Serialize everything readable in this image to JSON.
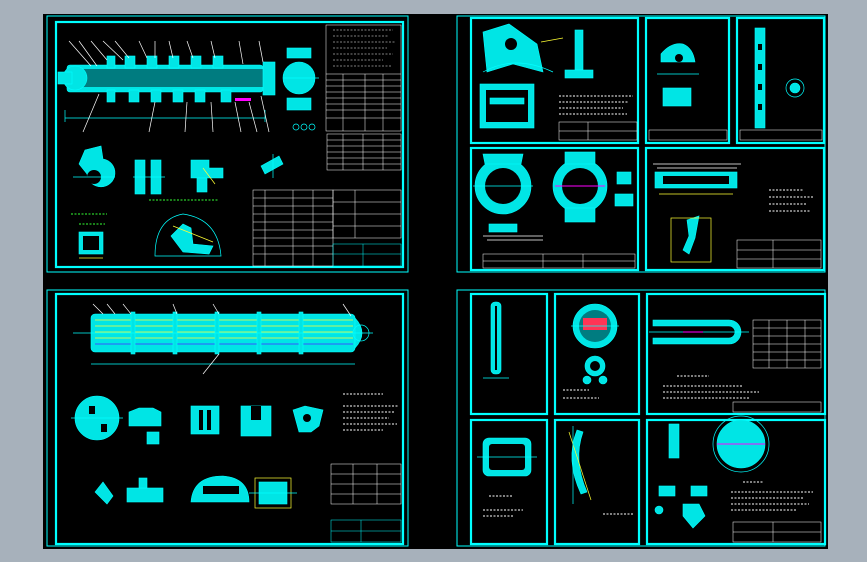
{
  "view": {
    "background": "#000000",
    "frame_color": "#a7b1bb"
  },
  "colors": {
    "outline": "#00ffff",
    "part_fill": "#00e5e5",
    "dimension": "#ffff33",
    "note": "#33ff33",
    "text": "#ffffff",
    "highlight": "#ff00ff",
    "hatch": "#ff3355"
  },
  "sheets": [
    {
      "id": "assembly-top",
      "icons": [
        "heat-exchanger-assembly",
        "flange-section",
        "nozzle-detail",
        "saddle-detail"
      ]
    },
    {
      "id": "part-saddle",
      "icons": [
        "saddle-plate",
        "rectangular-frame",
        "bolt-bar"
      ]
    },
    {
      "id": "part-flange-cover",
      "icons": [
        "flange-cover"
      ]
    },
    {
      "id": "part-bolt-block",
      "icons": [
        "bolt-block",
        "round-washer"
      ]
    },
    {
      "id": "part-ring",
      "icons": [
        "split-ring",
        "ring-flange",
        "small-bracket"
      ]
    },
    {
      "id": "part-tray",
      "icons": [
        "tray-section",
        "bent-tab"
      ]
    },
    {
      "id": "assembly-bottom",
      "icons": [
        "tube-bundle-assembly",
        "sections-detail",
        "notes-table"
      ]
    },
    {
      "id": "part-rod",
      "icons": [
        "long-rod"
      ]
    },
    {
      "id": "part-tube-sheet",
      "icons": [
        "tube-sheet",
        "hatched-disc"
      ]
    },
    {
      "id": "part-u-tube",
      "icons": [
        "u-tube",
        "tube-table"
      ]
    },
    {
      "id": "part-rect-ring",
      "icons": [
        "rectangular-ring"
      ]
    },
    {
      "id": "part-curved-plate",
      "icons": [
        "curved-plate"
      ]
    },
    {
      "id": "part-baffle",
      "icons": [
        "baffle-disc",
        "small-parts"
      ]
    }
  ]
}
